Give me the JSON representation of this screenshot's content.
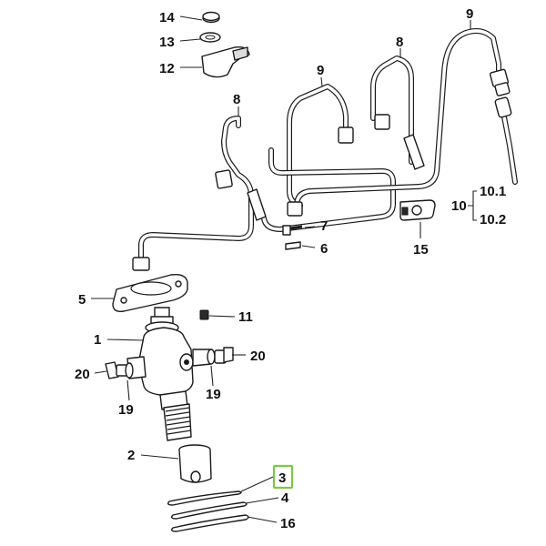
{
  "callouts": {
    "c14": "14",
    "c13": "13",
    "c12": "12",
    "c8a": "8",
    "c9a": "9",
    "c8b": "8",
    "c9b": "9",
    "c10": "10",
    "c10_1": "10.1",
    "c10_2": "10.2",
    "c7": "7",
    "c6": "6",
    "c15": "15",
    "c5": "5",
    "c11": "11",
    "c1": "1",
    "c20a": "20",
    "c20b": "20",
    "c19a": "19",
    "c19b": "19",
    "c2": "2",
    "c3": "3",
    "c4": "4",
    "c16": "16"
  },
  "highlight_color": "#7ac943"
}
